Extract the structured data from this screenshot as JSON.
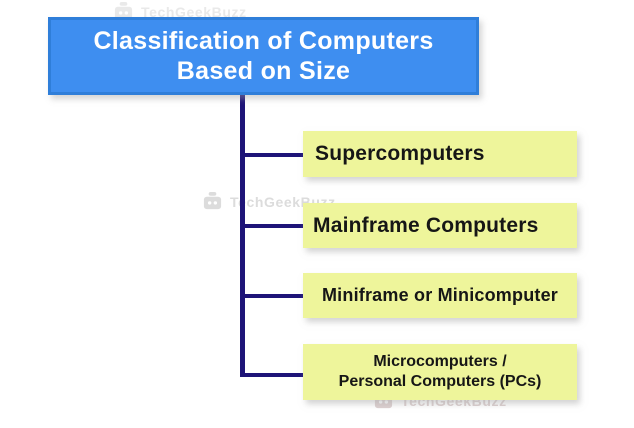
{
  "title": {
    "line1": "Classification of Computers",
    "line2": "Based on Size"
  },
  "nodes": [
    {
      "lines": [
        "Supercomputers"
      ]
    },
    {
      "lines": [
        "Mainframe Computers"
      ]
    },
    {
      "lines": [
        "Miniframe or Minicomputer"
      ]
    },
    {
      "lines": [
        "Microcomputers /",
        "Personal Computers (PCs)"
      ]
    }
  ],
  "watermark": {
    "text": "TechGeekBuzz"
  },
  "colors": {
    "title_bg": "#3E8EF0",
    "title_border": "#2F7ED9",
    "title_text": "#FFFFFF",
    "node_bg": "#EEF59B",
    "node_text": "#161616",
    "connector": "#1E1478",
    "watermark_gray": "#DCDCDC"
  }
}
